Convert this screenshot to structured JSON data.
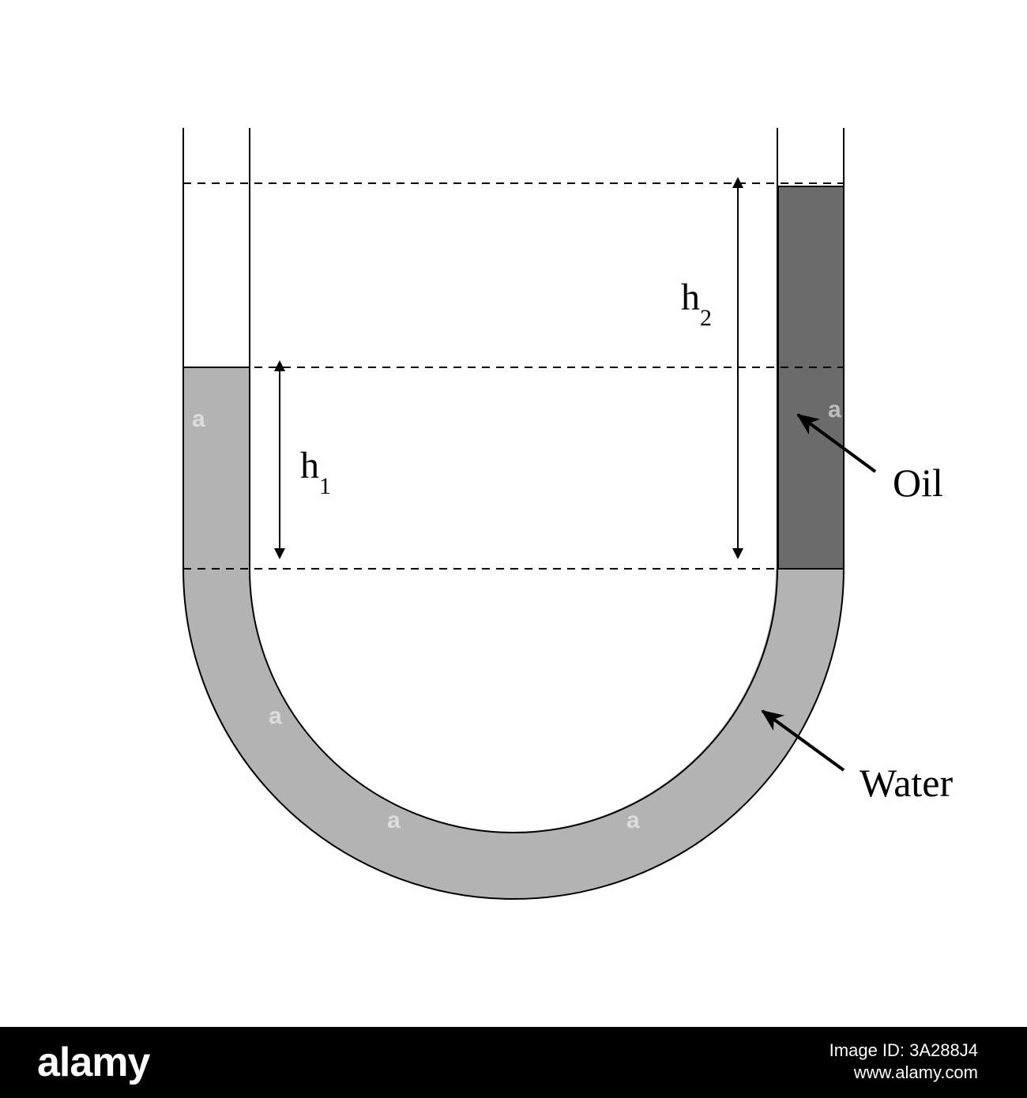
{
  "diagram": {
    "labels": {
      "h1_main": "h",
      "h1_sub": "1",
      "h2_main": "h",
      "h2_sub": "2",
      "oil": "Oil",
      "water": "Water"
    },
    "colors": {
      "water": "#b3b3b3",
      "oil": "#6b6b6b",
      "outline": "#000000",
      "background": "#ffffff"
    },
    "watermark_text": "a"
  },
  "footer": {
    "logo": "alamy",
    "image_id": "Image ID: 3A288J4",
    "url": "www.alamy.com"
  }
}
